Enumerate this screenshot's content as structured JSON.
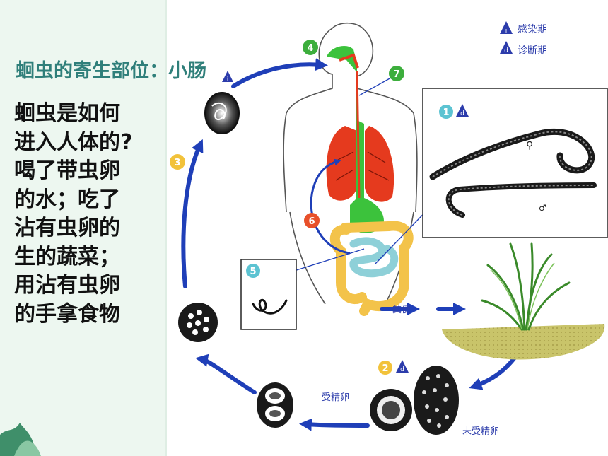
{
  "title": "蛔虫的寄生部位：小肠",
  "question_lines": [
    "蛔虫是如何",
    "进入人体的?",
    "喝了带虫卵",
    "的水；吃了",
    "沾有虫卵的",
    "生的蔬菜；",
    "用沾有虫卵",
    "的手拿食物"
  ],
  "legend": {
    "infective_symbol": "i",
    "infective_label": "感染期",
    "diagnostic_symbol": "d",
    "diagnostic_label": "诊断期"
  },
  "stages": [
    {
      "number": "1",
      "symbol": "d"
    },
    {
      "number": "2",
      "symbol": "d"
    },
    {
      "number": "3"
    },
    {
      "number": "4"
    },
    {
      "number": "5"
    },
    {
      "number": "6"
    },
    {
      "number": "7"
    }
  ],
  "labels": {
    "feces": "粪便",
    "fertilized_egg": "受精卵",
    "unfertilized_egg": "未受精卵",
    "female": "♀",
    "male": "♂"
  },
  "colors": {
    "title": "#2f7f7a",
    "panel": "#edf7f0",
    "arrow": "#1f3fb8",
    "lungs": "#e53a1e",
    "green_tract": "#3cc23c",
    "intestine": "#f3c34a",
    "small_intestine": "#8ed0d8",
    "soil": "#c9c46a"
  }
}
